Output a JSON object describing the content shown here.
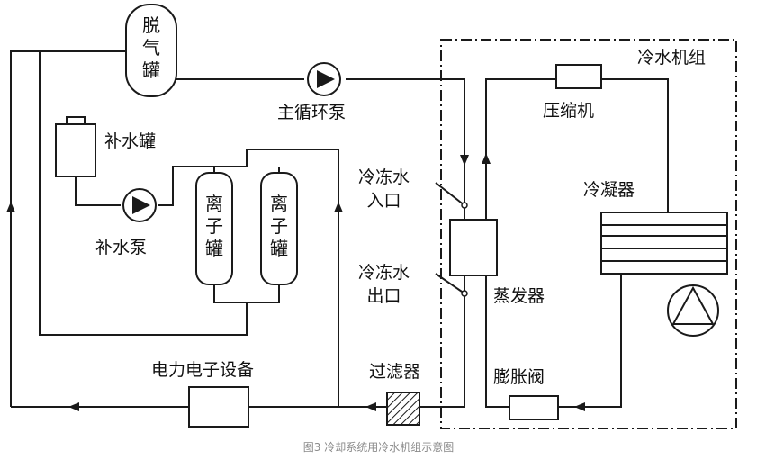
{
  "labels": {
    "deaerator_tank": "脱\n气\n罐",
    "main_pump": "主循环泵",
    "chiller_unit": "冷水机组",
    "compressor": "压缩机",
    "makeup_tank": "补水罐",
    "makeup_pump": "补水泵",
    "ion_tank_1": "离\n子\n罐",
    "ion_tank_2": "离\n子\n罐",
    "chilled_water_inlet": "冷冻水\n入口",
    "chilled_water_outlet": "冷冻水\n出口",
    "condenser": "冷凝器",
    "evaporator": "蒸发器",
    "power_electronics": "电力电子设备",
    "filter": "过滤器",
    "expansion_valve": "膨胀阀"
  },
  "caption": "图3 冷却系统用冷水机组示意图",
  "colors": {
    "line": "#1a1a1a",
    "caption": "#8a8a8a"
  }
}
